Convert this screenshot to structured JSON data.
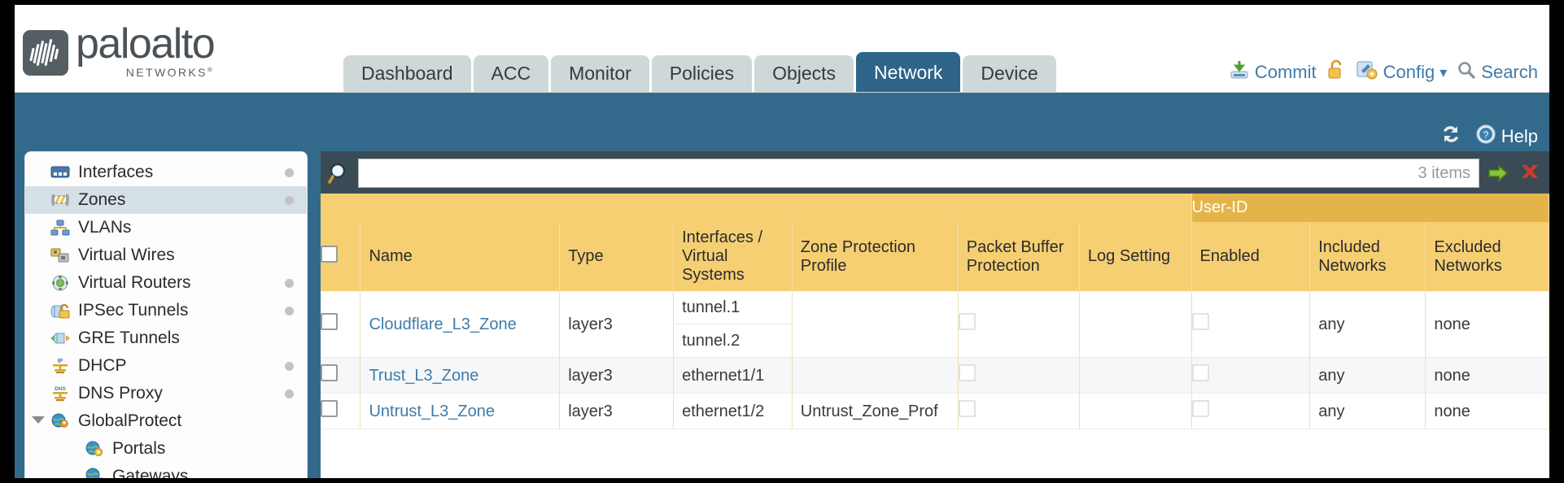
{
  "header": {
    "logo": {
      "word": "paloalto",
      "sub": "NETWORKS",
      "sub_mark": "®"
    },
    "tabs": [
      {
        "label": "Dashboard",
        "active": false
      },
      {
        "label": "ACC",
        "active": false
      },
      {
        "label": "Monitor",
        "active": false
      },
      {
        "label": "Policies",
        "active": false
      },
      {
        "label": "Objects",
        "active": false
      },
      {
        "label": "Network",
        "active": true
      },
      {
        "label": "Device",
        "active": false
      }
    ],
    "actions": [
      {
        "label": "Commit",
        "icon": "commit-icon"
      },
      {
        "label": "",
        "icon": "unlock-icon"
      },
      {
        "label": "Config",
        "icon": "config-icon",
        "caret": "▾"
      },
      {
        "label": "Search",
        "icon": "search-icon"
      }
    ]
  },
  "band": {
    "refresh_label": "",
    "help_label": "Help"
  },
  "sidebar": {
    "items": [
      {
        "label": "Interfaces",
        "icon": "interfaces-icon",
        "dot": true,
        "selected": false,
        "child": false,
        "caret": false
      },
      {
        "label": "Zones",
        "icon": "zones-icon",
        "dot": true,
        "selected": true,
        "child": false,
        "caret": false
      },
      {
        "label": "VLANs",
        "icon": "vlans-icon",
        "dot": false,
        "selected": false,
        "child": false,
        "caret": false
      },
      {
        "label": "Virtual Wires",
        "icon": "virtual-wires-icon",
        "dot": false,
        "selected": false,
        "child": false,
        "caret": false
      },
      {
        "label": "Virtual Routers",
        "icon": "virtual-routers-icon",
        "dot": true,
        "selected": false,
        "child": false,
        "caret": false
      },
      {
        "label": "IPSec Tunnels",
        "icon": "ipsec-tunnels-icon",
        "dot": true,
        "selected": false,
        "child": false,
        "caret": false
      },
      {
        "label": "GRE Tunnels",
        "icon": "gre-tunnels-icon",
        "dot": false,
        "selected": false,
        "child": false,
        "caret": false
      },
      {
        "label": "DHCP",
        "icon": "dhcp-icon",
        "dot": true,
        "selected": false,
        "child": false,
        "caret": false
      },
      {
        "label": "DNS Proxy",
        "icon": "dns-proxy-icon",
        "dot": true,
        "selected": false,
        "child": false,
        "caret": false
      },
      {
        "label": "GlobalProtect",
        "icon": "globalprotect-icon",
        "dot": false,
        "selected": false,
        "child": false,
        "caret": true
      },
      {
        "label": "Portals",
        "icon": "portals-icon",
        "dot": false,
        "selected": false,
        "child": true,
        "caret": false
      },
      {
        "label": "Gateways",
        "icon": "gateways-icon",
        "dot": false,
        "selected": false,
        "child": true,
        "caret": false
      }
    ]
  },
  "search": {
    "value": "",
    "placeholder": "",
    "item_count": "3 items",
    "apply_icon": "arrow-right-icon",
    "clear_icon": "close-icon"
  },
  "table": {
    "group_header": {
      "label": "User-ID",
      "span": 3
    },
    "columns": [
      {
        "key": "check",
        "label": ""
      },
      {
        "key": "name",
        "label": "Name"
      },
      {
        "key": "type",
        "label": "Type"
      },
      {
        "key": "interfaces",
        "label": "Interfaces / Virtual Systems"
      },
      {
        "key": "zpp",
        "label": "Zone Protection Profile"
      },
      {
        "key": "pbp",
        "label": "Packet Buffer Protection"
      },
      {
        "key": "log",
        "label": "Log Setting"
      },
      {
        "key": "enabled",
        "label": "Enabled"
      },
      {
        "key": "included",
        "label": "Included Networks"
      },
      {
        "key": "excluded",
        "label": "Excluded Networks"
      }
    ],
    "rows": [
      {
        "checked": false,
        "name": "Cloudflare_L3_Zone",
        "type": "layer3",
        "interfaces": [
          "tunnel.1",
          "tunnel.2"
        ],
        "zone_protection_profile": "",
        "packet_buffer_protection": false,
        "log_setting": "",
        "user_id_enabled": false,
        "included_networks": "any",
        "excluded_networks": "none"
      },
      {
        "checked": false,
        "name": "Trust_L3_Zone",
        "type": "layer3",
        "interfaces": [
          "ethernet1/1"
        ],
        "zone_protection_profile": "",
        "packet_buffer_protection": false,
        "log_setting": "",
        "user_id_enabled": false,
        "included_networks": "any",
        "excluded_networks": "none"
      },
      {
        "checked": false,
        "name": "Untrust_L3_Zone",
        "type": "layer3",
        "interfaces": [
          "ethernet1/2"
        ],
        "zone_protection_profile": "Untrust_Zone_Prof",
        "packet_buffer_protection": false,
        "log_setting": "",
        "user_id_enabled": false,
        "included_networks": "any",
        "excluded_networks": "none"
      }
    ]
  },
  "colors": {
    "brand_blue": "#336a8c",
    "tab_active": "#2d6487",
    "tab_inactive": "#cfd8d9",
    "table_header": "#f6cf73",
    "group_header": "#e4b44b",
    "link": "#3f7ba8",
    "panel_dark": "#3b4b56"
  }
}
